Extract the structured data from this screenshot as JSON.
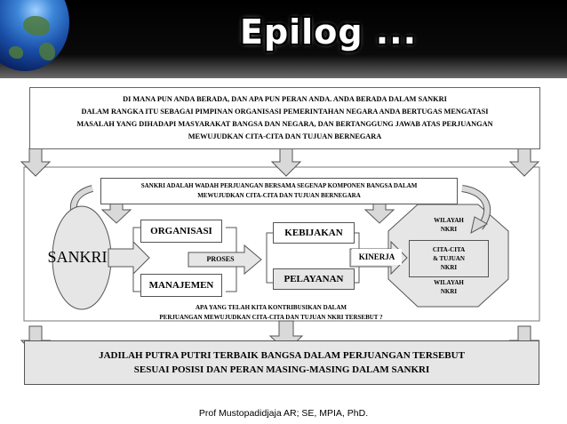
{
  "header": {
    "title": "Epilog ..."
  },
  "intro_text": "DI MANA PUN ANDA BERADA, DAN APA PUN PERAN ANDA. ANDA BERADA DALAM SANKRI\nDALAM RANGKA ITU SEBAGAI PIMPINAN ORGANISASI  PEMERINTAHAN NEGARA ANDA BERTUGAS MENGATASI\nMASALAH YANG DIHADAPI MASYARAKAT BANGSA DAN NEGARA, DAN BERTANGGUNG JAWAB ATAS PERJUANGAN\nMEWUJUDKAN CITA-CITA DAN TUJUAN BERNEGARA",
  "sankri_definition": "SANKRI ADALAH WADAH PERJUANGAN BERSAMA SEGENAP KOMPONEN BANGSA DALAM\nMEWUJUDKAN CITA-CITA DAN TUJUAN BERNEGARA",
  "nodes": {
    "sankri": "SANKRI",
    "organisasi": "ORGANISASI",
    "manajemen": "MANAJEMEN",
    "proses": "PROSES",
    "kebijakan": "KEBIJAKAN",
    "pelayanan": "PELAYANAN",
    "kinerja": "KINERJA",
    "wilayah_top": "WILAYAH\nNKRI",
    "cita_cita": "CITA-CITA\n& TUJUAN\nNKRI",
    "wilayah_bottom": "WILAYAH\nNKRI"
  },
  "question_text": "APA YANG TELAH  KITA  KONTRIBUSIKAN  DALAM\nPERJUANGAN MEWUJUDKAN CITA-CITA DAN TUJUAN NKRI  TERSEBUT ?",
  "conclusion_text": "JADILAH PUTRA PUTRI TERBAIK BANGSA DALAM PERJUANGAN TERSEBUT\nSESUAI POSISI DAN PERAN MASING-MASING DALAM SANKRI",
  "footer": "Prof Mustopadidjaja AR; SE, MPIA, PhD.",
  "colors": {
    "banner": "#000000",
    "box_fill": "#e6e6e6",
    "arrow_fill": "#d9d9d9",
    "border": "#555555"
  }
}
